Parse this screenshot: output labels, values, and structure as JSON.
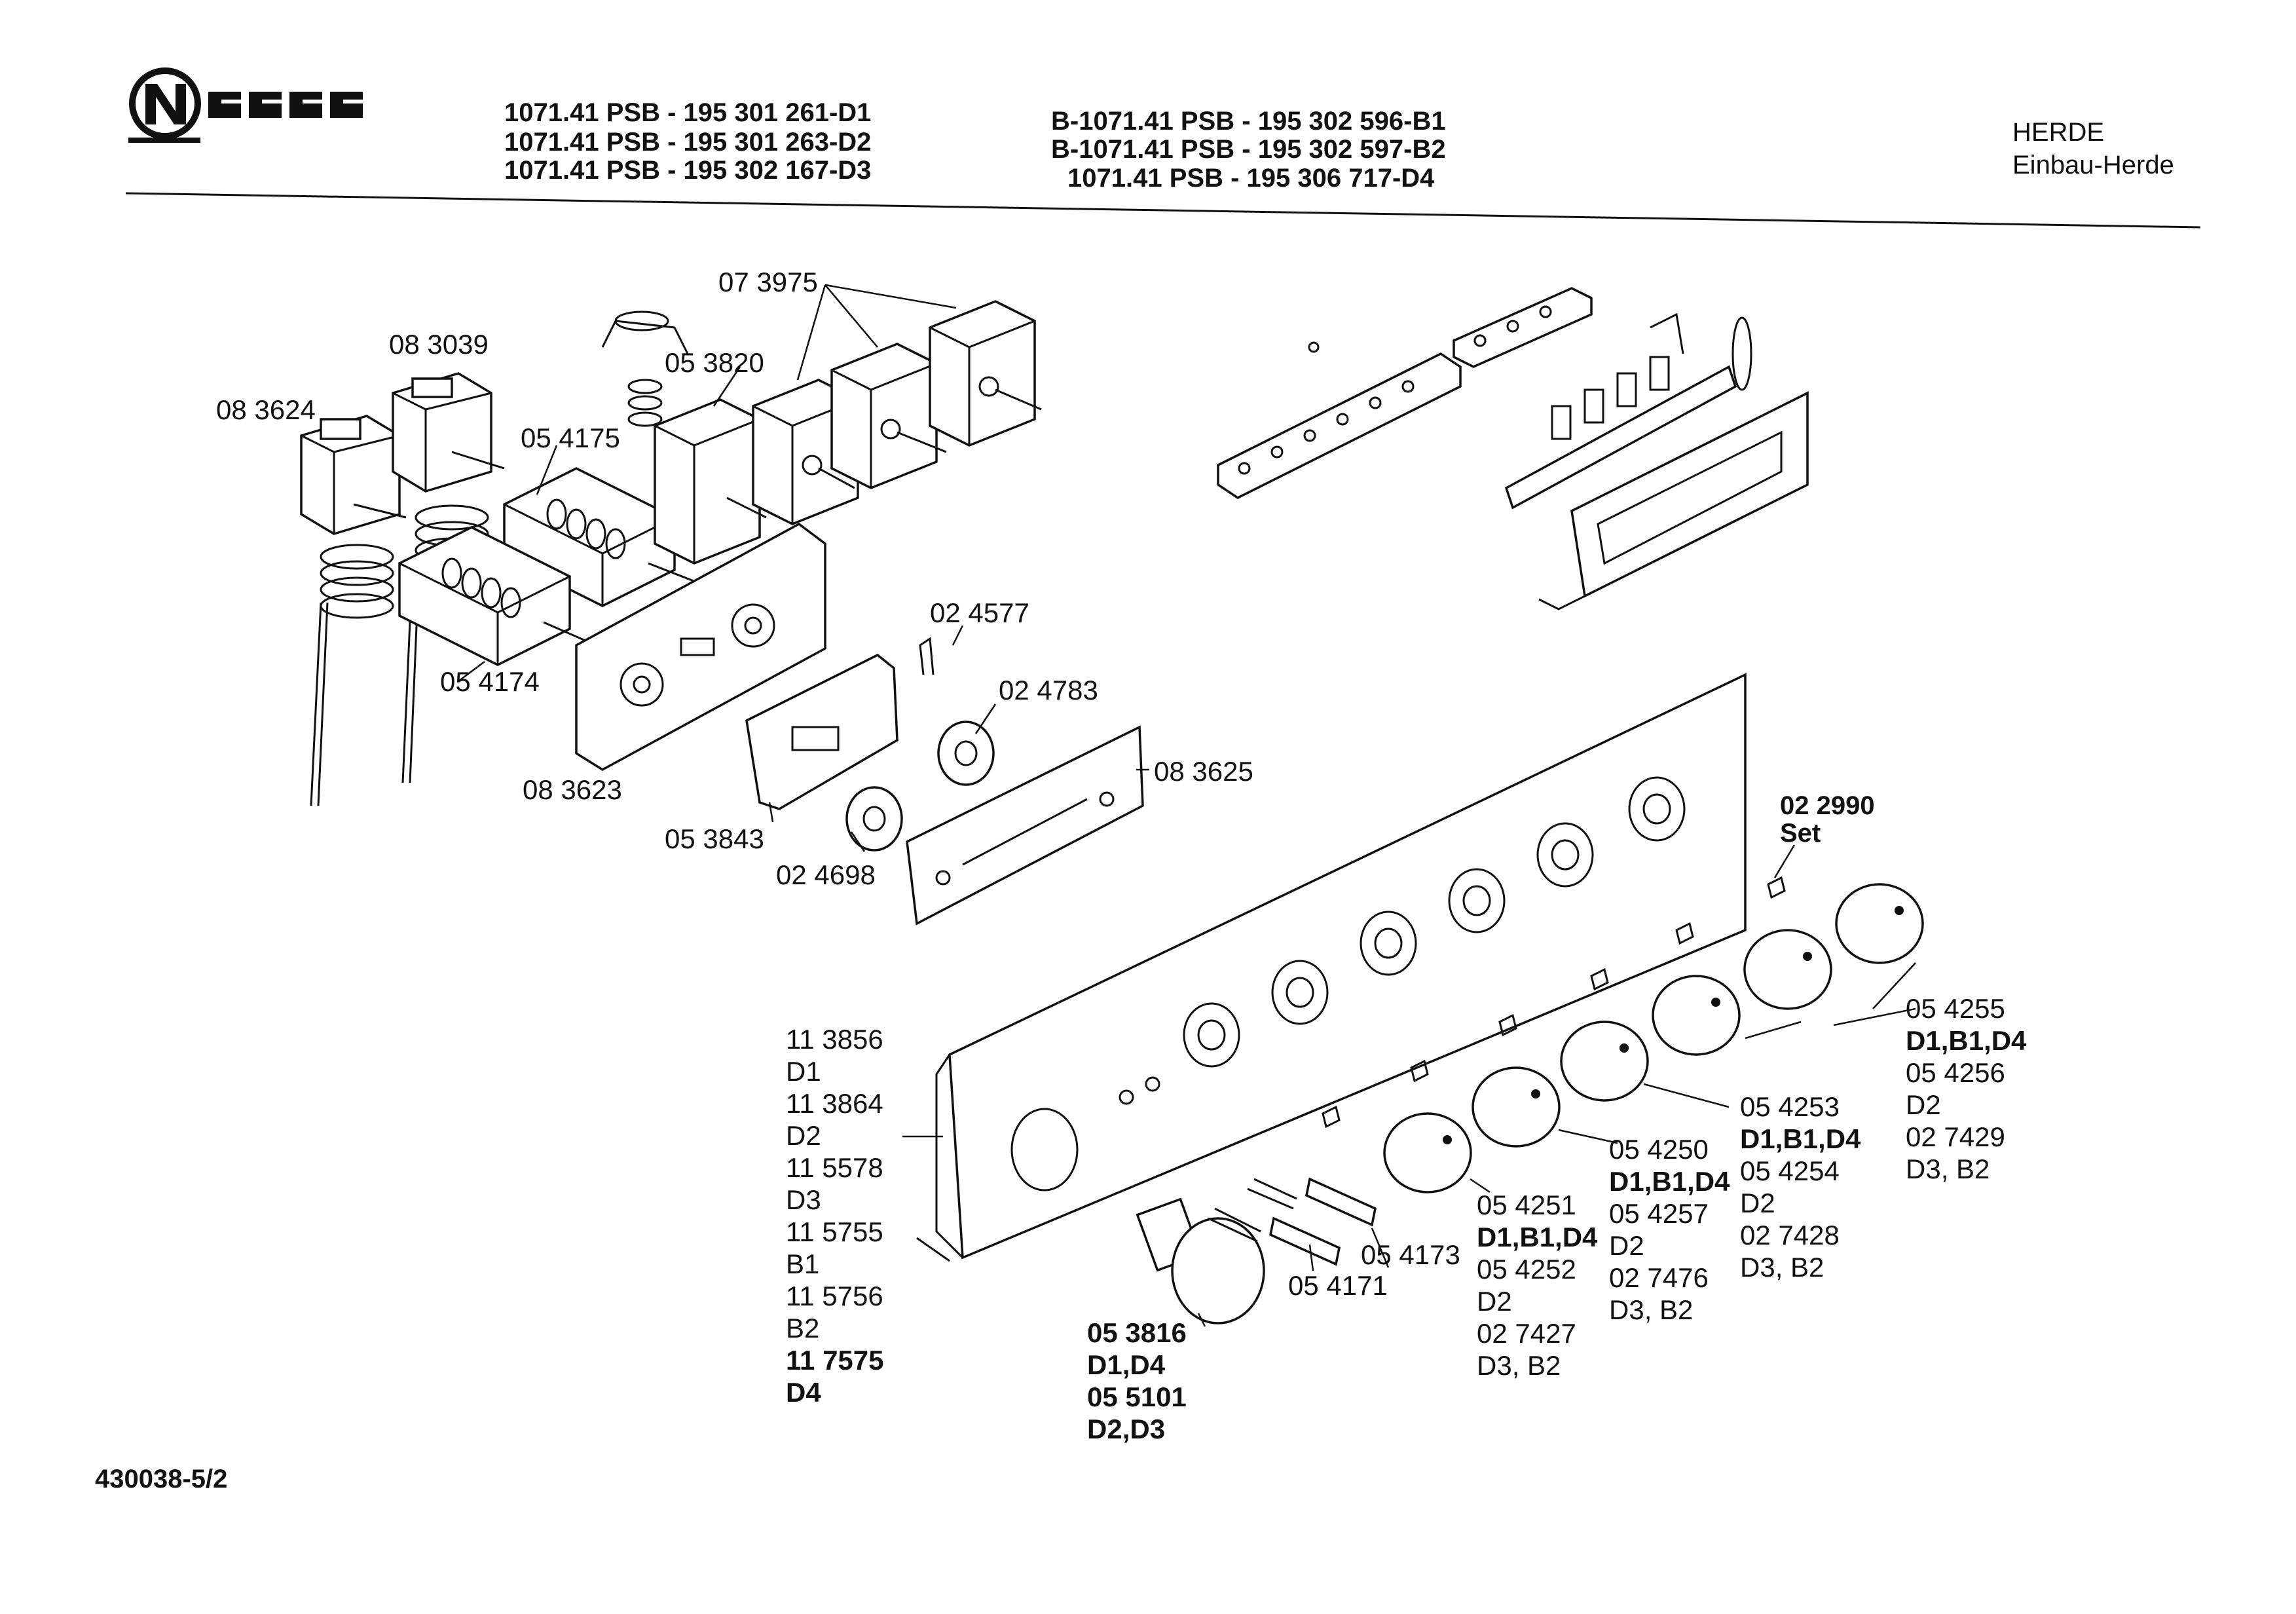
{
  "header": {
    "brand": "NEFF",
    "models_left": [
      "1071.41 PSB - 195 301 261-D1",
      "1071.41 PSB - 195 301 263-D2",
      "1071.41 PSB - 195 302 167-D3"
    ],
    "models_right": [
      "B-1071.41 PSB - 195 302 596-B1",
      "B-1071.41 PSB - 195 302 597-B2",
      "1071.41 PSB - 195 306 717-D4"
    ],
    "category": "HERDE",
    "subcategory": "Einbau-Herde"
  },
  "footer": {
    "code": "430038-5/2"
  },
  "parts": {
    "p073975": "07 3975",
    "p083039": "08 3039",
    "p053820": "05 3820",
    "p083624": "08 3624",
    "p054175": "05 4175",
    "p054174": "05 4174",
    "p083623": "08 3623",
    "p024577": "02 4577",
    "p024783": "02 4783",
    "p083625": "08 3625",
    "p053843": "05 3843",
    "p024698": "02 4698",
    "p022990": "02 2990",
    "p022990_note": "Set",
    "p054173": "05 4173",
    "p054171": "05 4171"
  },
  "panel_list": [
    {
      "text": "11 3856",
      "bold": false
    },
    {
      "text": "D1",
      "bold": false
    },
    {
      "text": "11 3864",
      "bold": false
    },
    {
      "text": "D2",
      "bold": false
    },
    {
      "text": "11 5578",
      "bold": false
    },
    {
      "text": "D3",
      "bold": false
    },
    {
      "text": "11 5755",
      "bold": false
    },
    {
      "text": "B1",
      "bold": false
    },
    {
      "text": "11 5756",
      "bold": false
    },
    {
      "text": "B2",
      "bold": false
    },
    {
      "text": "11 7575",
      "bold": true
    },
    {
      "text": "D4",
      "bold": true
    }
  ],
  "knob_lists": {
    "k1": [
      {
        "text": "05 3816",
        "bold": true
      },
      {
        "text": "D1,D4",
        "bold": true
      },
      {
        "text": "05 5101",
        "bold": true
      },
      {
        "text": "D2,D3",
        "bold": true
      }
    ],
    "k2": [
      {
        "text": "05 4251",
        "bold": false
      },
      {
        "text": "D1,B1,D4",
        "bold": true
      },
      {
        "text": "05 4252",
        "bold": false
      },
      {
        "text": "D2",
        "bold": false
      },
      {
        "text": "02 7427",
        "bold": false
      },
      {
        "text": "D3, B2",
        "bold": false
      }
    ],
    "k3": [
      {
        "text": "05 4250",
        "bold": false
      },
      {
        "text": "D1,B1,D4",
        "bold": true
      },
      {
        "text": "05 4257",
        "bold": false
      },
      {
        "text": "D2",
        "bold": false
      },
      {
        "text": "02 7476",
        "bold": false
      },
      {
        "text": "D3, B2",
        "bold": false
      }
    ],
    "k4": [
      {
        "text": "05 4253",
        "bold": false
      },
      {
        "text": "D1,B1,D4",
        "bold": true
      },
      {
        "text": "05 4254",
        "bold": false
      },
      {
        "text": "D2",
        "bold": false
      },
      {
        "text": "02 7428",
        "bold": false
      },
      {
        "text": "D3, B2",
        "bold": false
      }
    ],
    "k5": [
      {
        "text": "05 4255",
        "bold": false
      },
      {
        "text": "D1,B1,D4",
        "bold": true
      },
      {
        "text": "05 4256",
        "bold": false
      },
      {
        "text": "D2",
        "bold": false
      },
      {
        "text": "02 7429",
        "bold": false
      },
      {
        "text": "D3, B2",
        "bold": false
      }
    ]
  }
}
